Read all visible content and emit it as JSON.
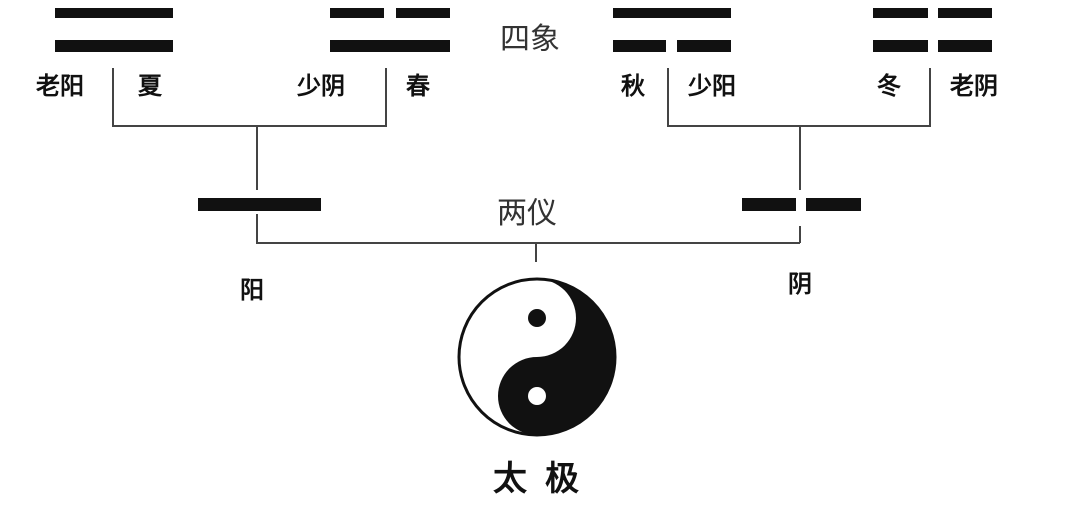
{
  "sixiang": {
    "heading": "四象",
    "laoyang_left": "老阳",
    "xia": "夏",
    "shaoyin": "少阴",
    "chun": "春",
    "qiu": "秋",
    "shaoyang": "少阳",
    "dong": "冬",
    "laoyin_right": "老阴"
  },
  "liangyi": {
    "heading": "两仪",
    "yang": "阳",
    "yin": "阴"
  },
  "taiji": {
    "label": "太极"
  },
  "colors": {
    "ink": "#111111",
    "line": "#444444",
    "background": "#ffffff"
  }
}
